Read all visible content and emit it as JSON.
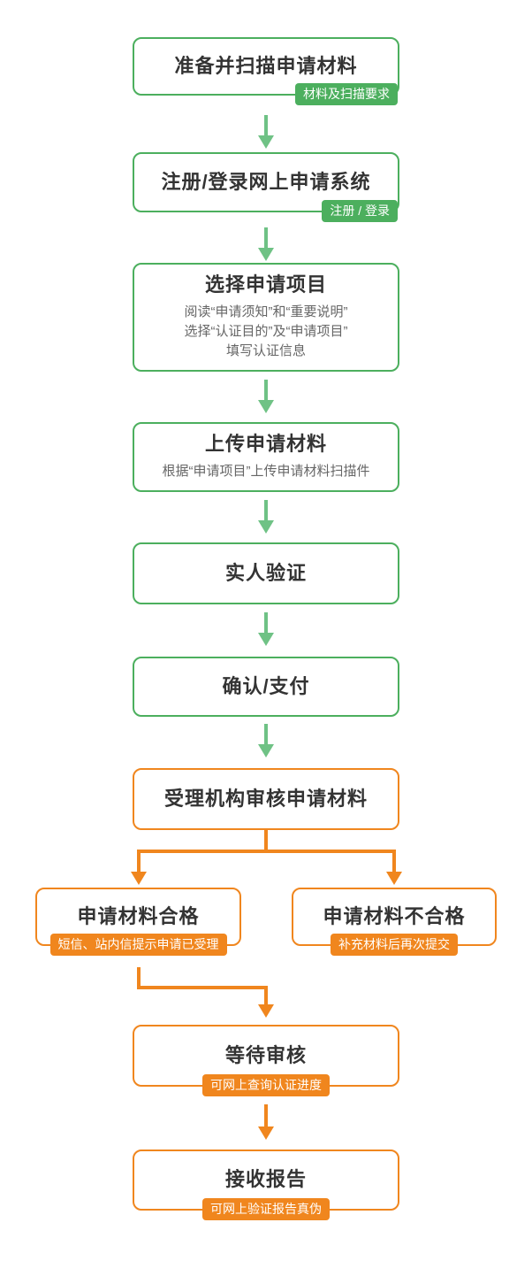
{
  "colors": {
    "green": "#4CAF5E",
    "green_arrow": "#6FC285",
    "orange": "#F0861E",
    "title_text": "#333333",
    "note_text": "#666666"
  },
  "flow": {
    "step1": {
      "title": "准备并扫描申请材料",
      "tag": "材料及扫描要求"
    },
    "step2": {
      "title": "注册/登录网上申请系统",
      "tag": "注册 / 登录"
    },
    "step3": {
      "title": "选择申请项目",
      "notes": [
        "阅读“申请须知”和“重要说明”",
        "选择“认证目的”及“申请项目”",
        "填写认证信息"
      ]
    },
    "step4": {
      "title": "上传申请材料",
      "note": "根据“申请项目”上传申请材料扫描件"
    },
    "step5": {
      "title": "实人验证"
    },
    "step6": {
      "title": "确认/支付"
    },
    "step7": {
      "title": "受理机构审核申请材料"
    },
    "branch_pass": {
      "title": "申请材料合格",
      "tag": "短信、站内信提示申请已受理"
    },
    "branch_fail": {
      "title": "申请材料不合格",
      "tag": "补充材料后再次提交"
    },
    "step8": {
      "title": "等待审核",
      "tag": "可网上查询认证进度"
    },
    "step9": {
      "title": "接收报告",
      "tag": "可网上验证报告真伪"
    }
  }
}
